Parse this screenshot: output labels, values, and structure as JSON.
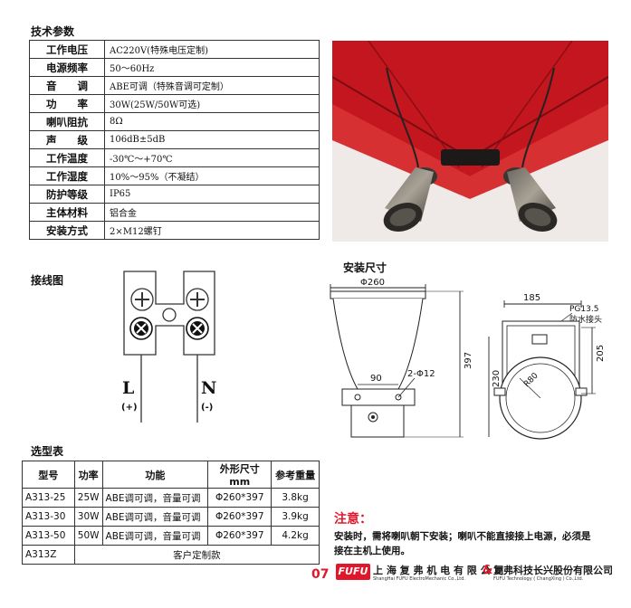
{
  "spec_section": {
    "title": "技术参数",
    "rows": [
      {
        "k": "工作电压",
        "v": "AC220V(特殊电压定制)"
      },
      {
        "k": "电源频率",
        "v": "50～60Hz"
      },
      {
        "k": "音　　调",
        "v": "ABE可调（特殊音调可定制）"
      },
      {
        "k": "功　　率",
        "v": "30W(25W/50W可选)"
      },
      {
        "k": "喇叭阻抗",
        "v": "8Ω"
      },
      {
        "k": "声　　级",
        "v": "106dB±5dB"
      },
      {
        "k": "工作温度",
        "v": "-30℃～+70℃"
      },
      {
        "k": "工作湿度",
        "v": "10%～95%（不凝结）"
      },
      {
        "k": "防护等级",
        "v": "IP65"
      },
      {
        "k": "主体材料",
        "v": "铝合金"
      },
      {
        "k": "安装方式",
        "v": "2×M12螺钉"
      }
    ]
  },
  "wiring": {
    "title": "接线图",
    "l_label": "L",
    "l_sign": "(+)",
    "n_label": "N",
    "n_sign": "(-)"
  },
  "install": {
    "title": "安装尺寸",
    "dims": {
      "top_width": "Φ260",
      "width_185": "185",
      "pg": "PG13.5",
      "pg_note": "防水接头",
      "h397": "397",
      "h230": "230",
      "h205": "205",
      "w90": "90",
      "holes": "2-Φ12",
      "r80": "R80"
    }
  },
  "selection": {
    "title": "选型表",
    "headers": [
      "型号",
      "功率",
      "功能",
      "外形尺寸mm",
      "参考重量"
    ],
    "rows": [
      [
        "A313-25",
        "25W",
        "ABE调可调，音量可调",
        "Φ260*397",
        "3.8kg"
      ],
      [
        "A313-30",
        "30W",
        "ABE调可调，音量可调",
        "Φ260*397",
        "3.9kg"
      ],
      [
        "A313-50",
        "50W",
        "ABE调可调，音量可调",
        "Φ260*397",
        "4.2kg"
      ]
    ],
    "custom_model": "A313Z",
    "custom_text": "客户定制款"
  },
  "note": {
    "title": "注意：",
    "body_line1": "安装时，需将喇叭朝下安装；喇叭不能直接接上电源，必须是",
    "body_line2": "接在主机上使用。"
  },
  "footer": {
    "page_number": "07",
    "logo_text": "FUFU",
    "company_cn_1": "上 海 复 弗 机 电 有 限 公 司",
    "company_en_1": "ShangHai FUFU ElectroMechanic Co.,Ltd.",
    "amp": "&",
    "company_cn_2": "复弗科技长兴股份有限公司",
    "company_en_2": "FUFU Technology ( ChangXing ) Co.,Ltd."
  },
  "colors": {
    "accent_red": "#e0162b",
    "photo_red": "#c8141c"
  }
}
